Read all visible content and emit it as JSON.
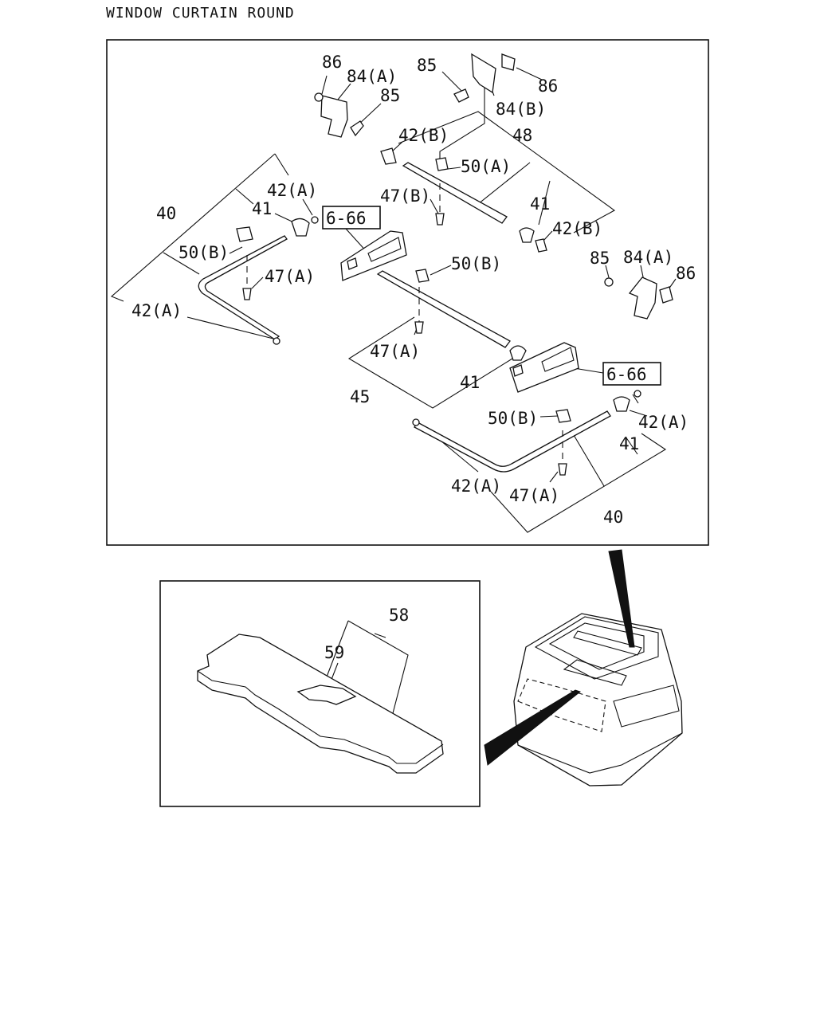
{
  "title": "WINDOW CURTAIN ROUND",
  "labels": {
    "l86a": "86",
    "l84a1": "84(A)",
    "l85a": "85",
    "l85b": "85",
    "l86b": "86",
    "l84b": "84(B)",
    "l42b1": "42(B)",
    "l48": "48",
    "l50a": "50(A)",
    "l42a1": "42(A)",
    "l40a": "40",
    "l41a": "41",
    "l47b": "47(B)",
    "l41b": "41",
    "l42b2": "42(B)",
    "l50b1": "50(B)",
    "l47a1": "47(A)",
    "l85c": "85",
    "l84a2": "84(A)",
    "l86c": "86",
    "l50b2": "50(B)",
    "l42a2": "42(A)",
    "l47a2": "47(A)",
    "l41c": "41",
    "l45": "45",
    "l50b3": "50(B)",
    "l42a3": "42(A)",
    "l41d": "41",
    "l42a4": "42(A)",
    "l47a3": "47(A)",
    "l40b": "40",
    "l58": "58",
    "l59": "59"
  },
  "refs": {
    "ref1": "6-66",
    "ref2": "6-66"
  }
}
